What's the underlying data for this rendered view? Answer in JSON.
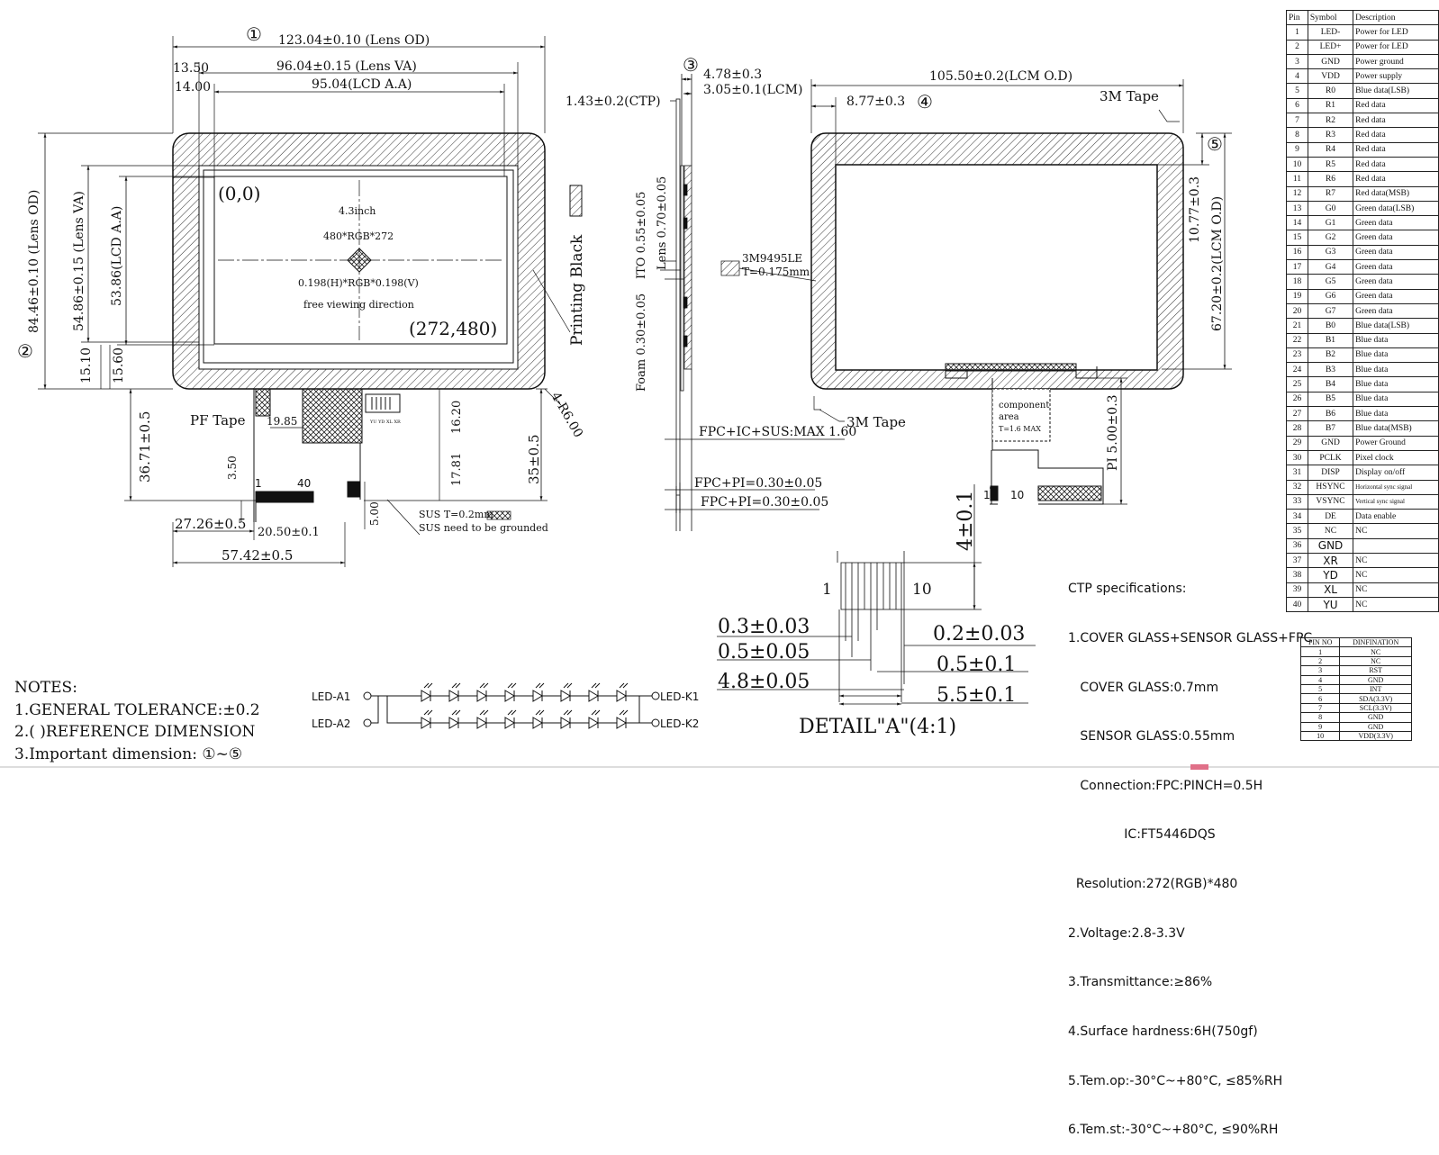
{
  "front_view": {
    "circle_1": "①",
    "circle_2": "②",
    "lens_od_w": "123.04±0.10 (Lens OD)",
    "lens_va_w": "96.04±0.15 (Lens VA)",
    "lcd_aa_w": "95.04(LCD A.A)",
    "off_1350": "13.50",
    "off_1400": "14.00",
    "lens_od_h": "84.46±0.10 (Lens OD)",
    "lens_va_h": "54.86±0.15 (Lens VA)",
    "lcd_aa_h": "53.86(LCD A.A)",
    "off_1510": "15.10",
    "off_1560": "15.60",
    "origin": "(0,0)",
    "corner": "(272,480)",
    "size": "4.3inch",
    "resolution": "480*RGB*272",
    "pitch": "0.198(H)*RGB*0.198(V)",
    "viewing": "free viewing direction",
    "printing_black": "Printing Black",
    "radius": "4-R6.00",
    "pf_tape": "PF Tape",
    "dim_1985": "19.85",
    "dim_1620": "16.20",
    "dim_1781": "17.81",
    "dim_3671": "36.71±0.5",
    "dim_350": "3.50",
    "dim_500": "5.00",
    "dim_355": "35±0.5",
    "dim_2726": "27.26±0.5",
    "dim_2050": "20.50±0.1",
    "dim_5742": "57.42±0.5",
    "pin1": "1",
    "pin40": "40",
    "sus_t": "SUS T=0.2mm",
    "sus_g": "SUS need to be grounded",
    "fpc_tiny": "YU YD XL XR"
  },
  "side_view": {
    "circle_3": "③",
    "d478": "4.78±0.3",
    "d305": "3.05±0.1(LCM)",
    "d143": "1.43±0.2(CTP)",
    "lens_thk": "Lens 0.70±0.05",
    "ito_thk": "ITO 0.55±0.05",
    "foam_thk": "Foam 0.30±0.05",
    "fpc_max": "FPC+IC+SUS:MAX 1.60",
    "fpc_pi1": "FPC+PI=0.30±0.05",
    "fpc_pi2": "FPC+PI=0.30±0.05"
  },
  "back_view": {
    "lcm_od_w": "105.50±0.2(LCM O.D)",
    "d877": "8.77±0.3",
    "circle_4": "④",
    "circle_5": "⑤",
    "tape_top": "3M Tape",
    "tape_bottom": "3M Tape",
    "tape_model": "3M9495LE",
    "tape_t": "T=0.175mm",
    "d1077": "10.77±0.3",
    "lcm_od_h": "67.20±0.2(LCM O.D)",
    "pi_500": "PI 5.00±0.3",
    "comp1": "component",
    "comp2": "area",
    "comp3": "T=1.6 MAX",
    "pin1": "1",
    "pin10": "10"
  },
  "detail": {
    "d4": "4±0.1",
    "pin1": "1",
    "pin10": "10",
    "d03": "0.3±0.03",
    "d05": "0.5±0.05",
    "d48": "4.8±0.05",
    "d02": "0.2±0.03",
    "d051": "0.5±0.1",
    "d55": "5.5±0.1",
    "title": "DETAIL\"A\"(4:1)"
  },
  "led": {
    "a1": "LED-A1",
    "a2": "LED-A2",
    "k1": "LED-K1",
    "k2": "LED-K2"
  },
  "notes": {
    "title": "NOTES:",
    "n1": "1.GENERAL TOLERANCE:±0.2",
    "n2": "2.(  )REFERENCE DIMENSION",
    "n3": "3.Important dimension: ①~⑤"
  },
  "ctp_spec": {
    "title": "CTP specifications:",
    "lines": [
      "1.COVER GLASS+SENSOR GLASS+FPC",
      "   COVER GLASS:0.7mm",
      "   SENSOR GLASS:0.55mm",
      "   Connection:FPC:PINCH=0.5H",
      "              IC:FT5446DQS",
      "  Resolution:272(RGB)*480",
      "2.Voltage:2.8-3.3V",
      "3.Transmittance:≥86%",
      "4.Surface hardness:6H(750gf)",
      "5.Tem.op:-30°C~+80°C, ≤85%RH",
      "6.Tem.st:-30°C~+80°C, ≤90%RH"
    ]
  },
  "pin_table": {
    "headers": [
      "Pin",
      "Symbol",
      "Description"
    ],
    "rows": [
      [
        "1",
        "LED-",
        "Power for LED"
      ],
      [
        "2",
        "LED+",
        "Power for LED"
      ],
      [
        "3",
        "GND",
        "Power ground"
      ],
      [
        "4",
        "VDD",
        "Power supply"
      ],
      [
        "5",
        "R0",
        "Blue data(LSB)"
      ],
      [
        "6",
        "R1",
        "Red data"
      ],
      [
        "7",
        "R2",
        "Red data"
      ],
      [
        "8",
        "R3",
        "Red data"
      ],
      [
        "9",
        "R4",
        "Red data"
      ],
      [
        "10",
        "R5",
        "Red data"
      ],
      [
        "11",
        "R6",
        "Red data"
      ],
      [
        "12",
        "R7",
        "Red data(MSB)"
      ],
      [
        "13",
        "G0",
        "Green data(LSB)"
      ],
      [
        "14",
        "G1",
        "Green data"
      ],
      [
        "15",
        "G2",
        "Green data"
      ],
      [
        "16",
        "G3",
        "Green data"
      ],
      [
        "17",
        "G4",
        "Green data"
      ],
      [
        "18",
        "G5",
        "Green data"
      ],
      [
        "19",
        "G6",
        "Green data"
      ],
      [
        "20",
        "G7",
        "Green data"
      ],
      [
        "21",
        "B0",
        "Blue data(LSB)"
      ],
      [
        "22",
        "B1",
        "Blue data"
      ],
      [
        "23",
        "B2",
        "Blue data"
      ],
      [
        "24",
        "B3",
        "Blue data"
      ],
      [
        "25",
        "B4",
        "Blue data"
      ],
      [
        "26",
        "B5",
        "Blue data"
      ],
      [
        "27",
        "B6",
        "Blue data"
      ],
      [
        "28",
        "B7",
        "Blue data(MSB)"
      ],
      [
        "29",
        "GND",
        "Power Ground"
      ],
      [
        "30",
        "PCLK",
        "Pixel clock"
      ],
      [
        "31",
        "DISP",
        "Display on/off"
      ],
      [
        "32",
        "HSYNC",
        "Horizontal sync signal"
      ],
      [
        "33",
        "VSYNC",
        "Vertical sync signal"
      ],
      [
        "34",
        "DE",
        "Data enable"
      ],
      [
        "35",
        "NC",
        "NC"
      ],
      [
        "36",
        "GND",
        ""
      ],
      [
        "37",
        "XR",
        "NC"
      ],
      [
        "38",
        "YD",
        "NC"
      ],
      [
        "39",
        "XL",
        "NC"
      ],
      [
        "40",
        "YU",
        "NC"
      ]
    ]
  },
  "ctp_table": {
    "headers": [
      "PIN NO",
      "DINFINATION"
    ],
    "rows": [
      [
        "1",
        "NC"
      ],
      [
        "2",
        "NC"
      ],
      [
        "3",
        "RST"
      ],
      [
        "4",
        "GND"
      ],
      [
        "5",
        "INT"
      ],
      [
        "6",
        "SDA(3.3V)"
      ],
      [
        "7",
        "SCL(3.3V)"
      ],
      [
        "8",
        "GND"
      ],
      [
        "9",
        "GND"
      ],
      [
        "10",
        "VDD(3.3V)"
      ]
    ]
  }
}
